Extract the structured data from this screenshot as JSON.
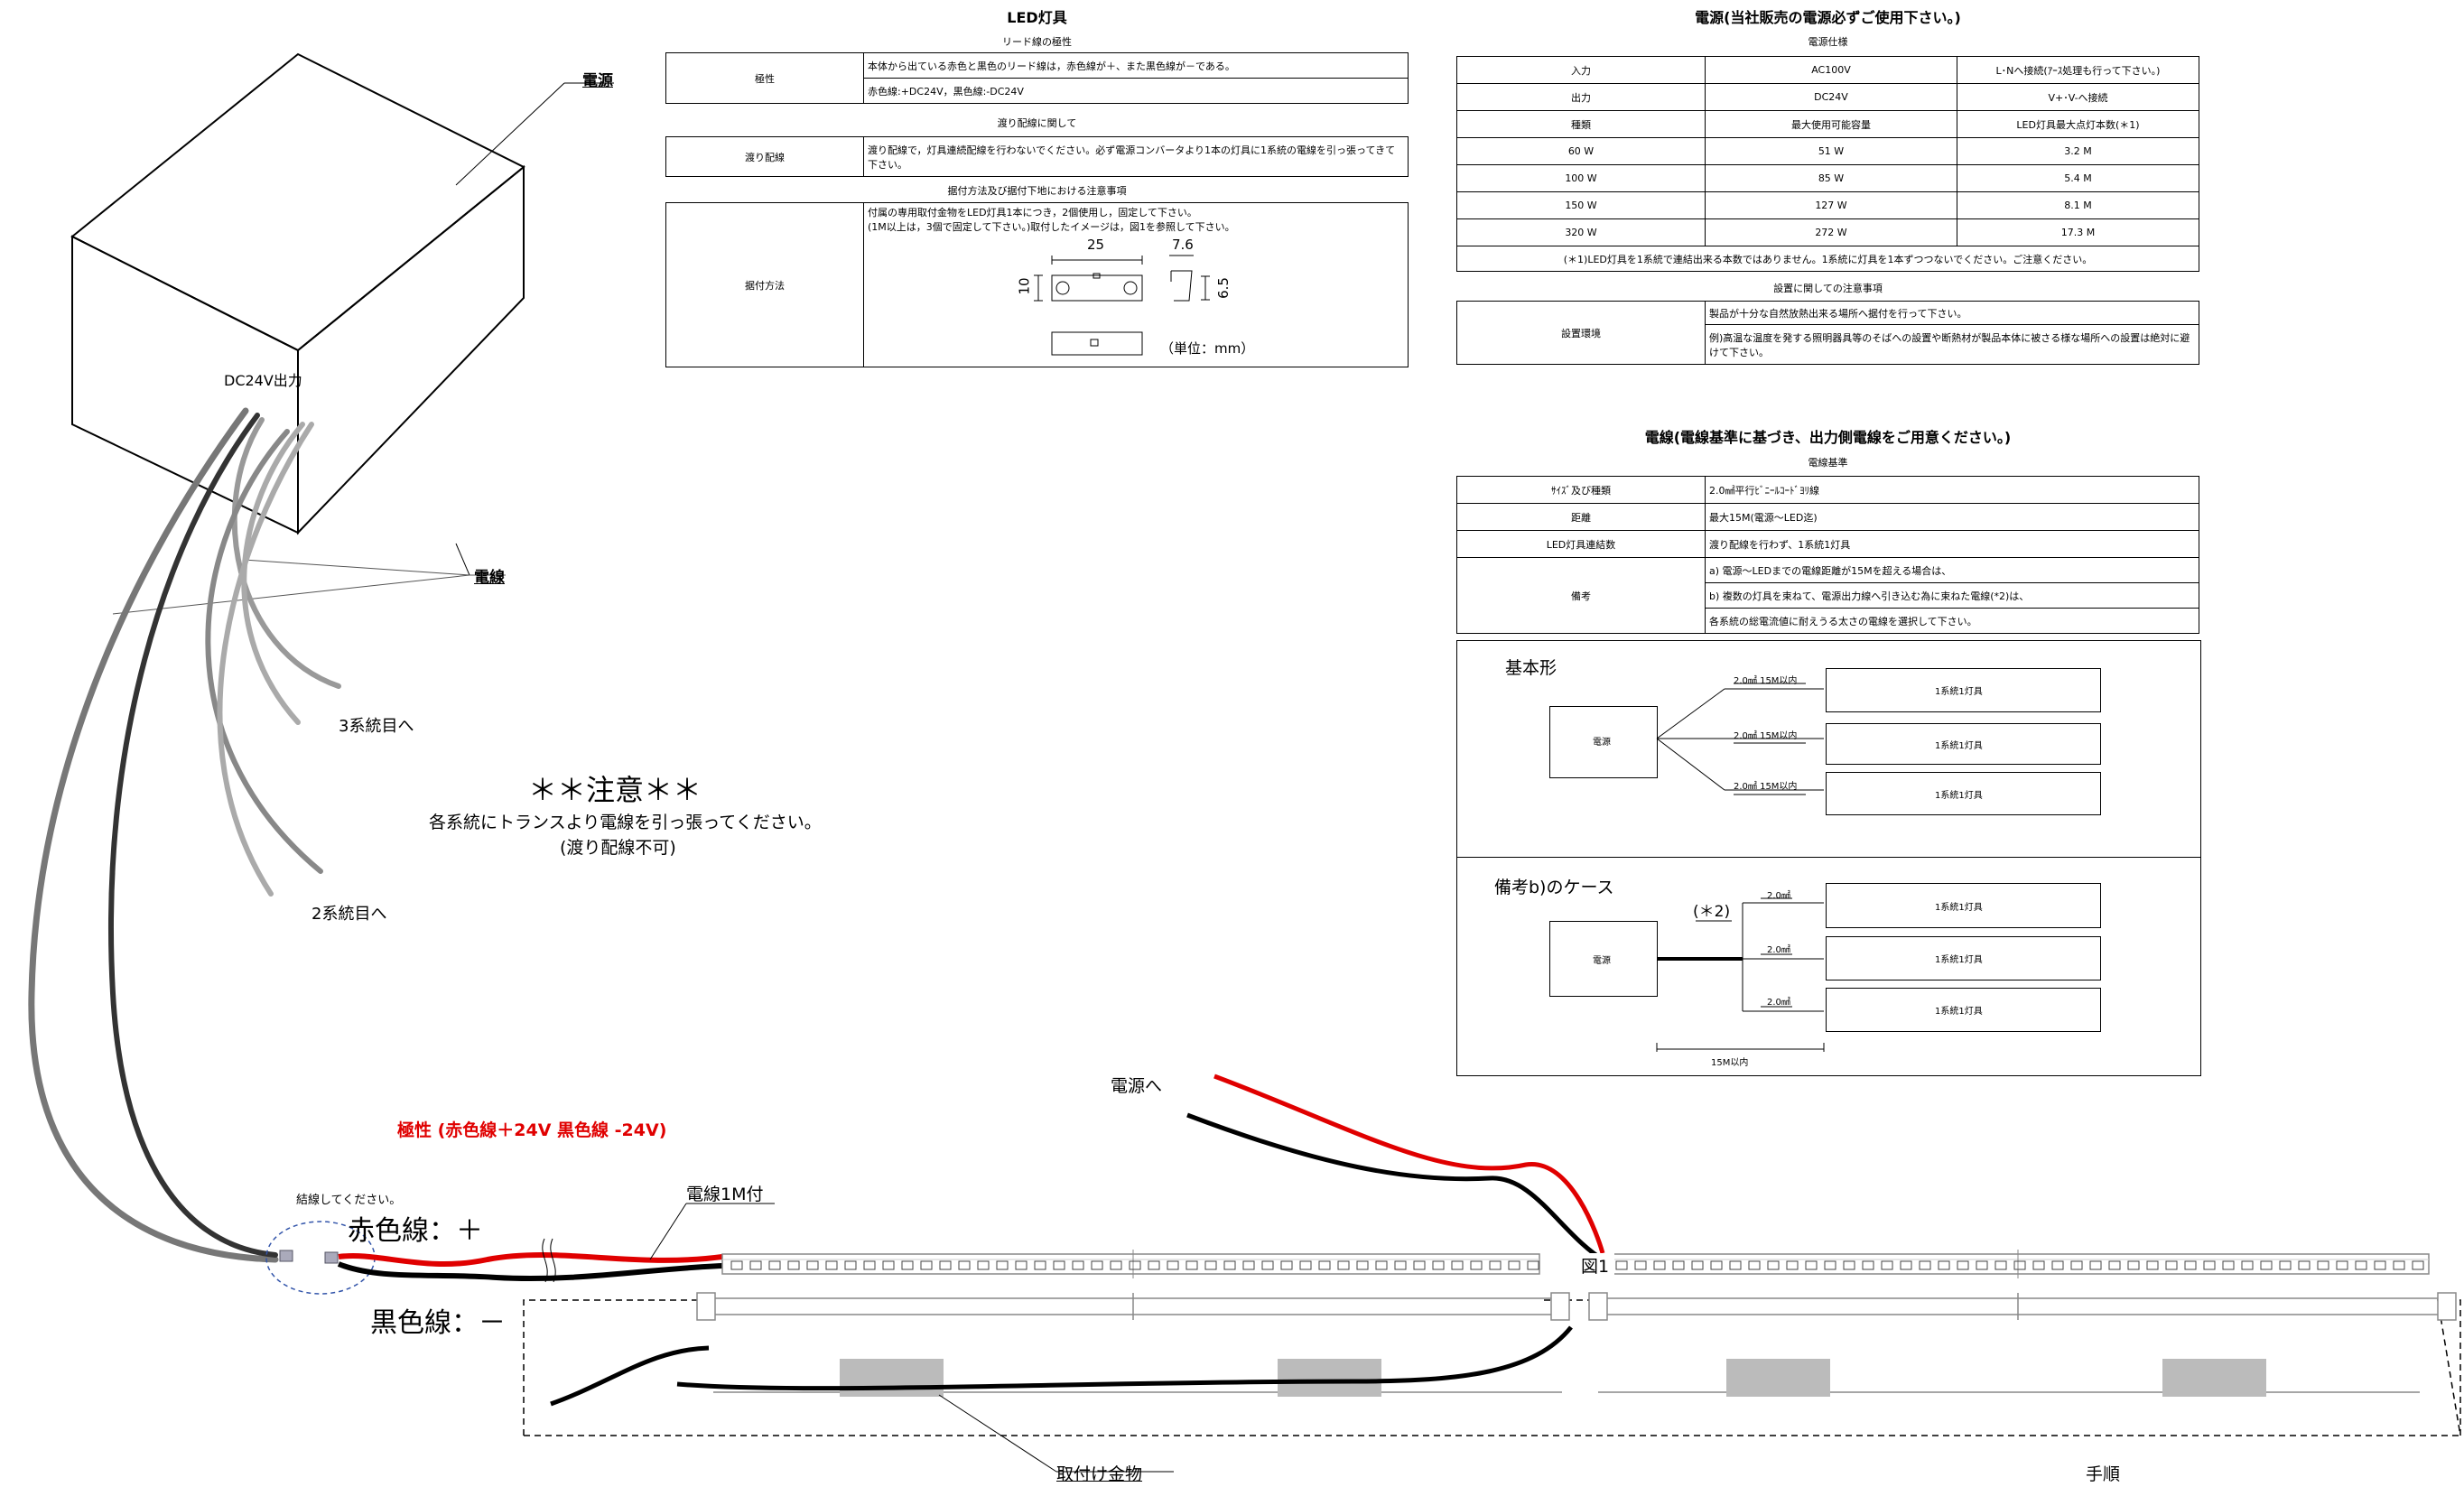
{
  "led": {
    "title": "LED灯具",
    "lead_heading": "リード線の極性",
    "polarity_label": "極性",
    "polarity_text1": "本体から出ている赤色と黒色のリード線は，赤色線が＋、また黒色線が－である。",
    "polarity_text2": "赤色線:+DC24V，黒色線:-DC24V",
    "crossover_heading": "渡り配線に関して",
    "crossover_label": "渡り配線",
    "crossover_text": "渡り配線で，灯具連続配線を行わないでください。必ず電源コンバータより1本の灯具に1系統の電線を引っ張ってきて下さい。",
    "mount_heading": "据付方法及び据付下地における注意事項",
    "mount_label": "据付方法",
    "mount_text1": "付属の専用取付金物をLED灯具1本につき，2個使用し，固定して下さい。",
    "mount_text2": "(1M以上は，3個で固定して下さい。)取付したイメージは，図1を参照して下さい。",
    "dim_25": "25",
    "dim_76": "7.6",
    "dim_10": "10",
    "dim_65": "6.5",
    "unit": "（単位：mm）"
  },
  "psu": {
    "title": "電源(当社販売の電源必ずご使用下さい。)",
    "spec_heading": "電源仕様",
    "rows": [
      [
        "入力",
        "AC100V",
        "L･Nへ接続(ｱｰｽ処理も行って下さい。)"
      ],
      [
        "出力",
        "DC24V",
        "V+･V-へ接続"
      ],
      [
        "種類",
        "最大使用可能容量",
        "LED灯具最大点灯本数(＊1)"
      ],
      [
        "60 W",
        "51 W",
        "3.2 M"
      ],
      [
        "100 W",
        "85 W",
        "5.4 M"
      ],
      [
        "150 W",
        "127 W",
        "8.1 M"
      ],
      [
        "320 W",
        "272 W",
        "17.3 M"
      ]
    ],
    "note": "(＊1)LED灯具を1系統で連結出来る本数ではありません。1系統に灯具を1本ずつつないでください。ご注意ください。",
    "install_heading": "設置に関しての注意事項",
    "install_label": "設置環境",
    "install_text1": "製品が十分な自然放熱出来る場所へ据付を行って下さい。",
    "install_text2": "例)高温な温度を発する照明器具等のそばへの設置や断熱材が製品本体に被さる様な場所への設置は絶対に避けて下さい。"
  },
  "wire": {
    "title": "電線(電線基準に基づき、出力側電線をご用意ください。)",
    "heading": "電線基準",
    "rows": [
      [
        "ｻｲｽﾞ及び種類",
        "2.0㎟平行ﾋﾞﾆｰﾙｺｰﾄﾞﾖﾘ線"
      ],
      [
        "距離",
        "最大15M(電源～LED迄)"
      ],
      [
        "LED灯具連結数",
        "渡り配線を行わず、1系統1灯具"
      ]
    ],
    "remark_label": "備考",
    "remarks": [
      "a) 電源～LEDまでの電線距離が15Mを超える場合は、",
      "b) 複数の灯具を束ねて、電源出力線へ引き込む為に束ねた電線(*2)は、",
      "各系統の総電流値に耐えうる太さの電線を選択して下さい。"
    ],
    "basic_label": "基本形",
    "case_label": "備考b)のケース",
    "psu_box": "電源",
    "fixture_box": "1系統1灯具",
    "wire_15": "2.0㎟ 15M以内",
    "wire_2": "2.0㎟",
    "star2": "(＊2)",
    "len15": "15M以内"
  },
  "left": {
    "psu_label": "電源",
    "dc_out": "DC24V出力",
    "cable_label": "電線",
    "sys3": "3系統目へ",
    "sys2": "2系統目へ",
    "caution_title": "＊＊注意＊＊",
    "caution1": "各系統にトランスより電線を引っ張ってください。",
    "caution2": "(渡り配線不可)",
    "polarity_red": "極性 (赤色線＋24V 黒色線 -24V)",
    "tie": "結線してください。",
    "red_wire": "赤色線：＋",
    "black_wire": "黒色線：－",
    "wire_1m": "電線1M付",
    "to_psu": "電源へ",
    "fig1": "図1",
    "bracket": "取付け金物",
    "procedure": "手順"
  },
  "colors": {
    "red": "#e00000",
    "gray_dark": "#777777",
    "gray_light": "#aaaaaa"
  }
}
